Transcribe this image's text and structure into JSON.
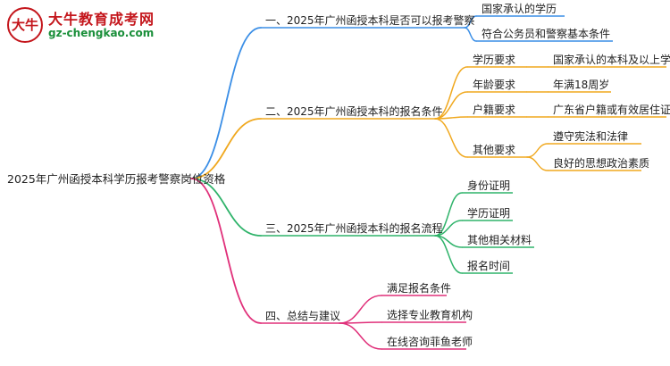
{
  "logo": {
    "mark": "大牛",
    "title": "大牛教育成考网",
    "url": "gz-chengkao.com"
  },
  "mindmap": {
    "root": "2025年广州函授本科学历报考警察岗位资格",
    "branches": [
      {
        "id": "b1",
        "label": "一、2025年广州函授本科是否可以报考警察",
        "color": "#3a8ee6",
        "children": [
          {
            "id": "b1c1",
            "label": "国家承认的学历",
            "children": []
          },
          {
            "id": "b1c2",
            "label": "符合公务员和警察基本条件",
            "children": []
          }
        ]
      },
      {
        "id": "b2",
        "label": "二、2025年广州函授本科的报名条件",
        "color": "#f0a81e",
        "children": [
          {
            "id": "b2c1",
            "label": "学历要求",
            "children": [
              {
                "id": "b2c1g1",
                "label": "国家承认的本科及以上学历"
              }
            ]
          },
          {
            "id": "b2c2",
            "label": "年龄要求",
            "children": [
              {
                "id": "b2c2g1",
                "label": "年满18周岁"
              }
            ]
          },
          {
            "id": "b2c3",
            "label": "户籍要求",
            "children": [
              {
                "id": "b2c3g1",
                "label": "广东省户籍或有效居住证"
              }
            ]
          },
          {
            "id": "b2c4",
            "label": "其他要求",
            "children": [
              {
                "id": "b2c4g1",
                "label": "遵守宪法和法律"
              },
              {
                "id": "b2c4g2",
                "label": "良好的思想政治素质"
              }
            ]
          }
        ]
      },
      {
        "id": "b3",
        "label": "三、2025年广州函授本科的报名流程",
        "color": "#2fb36a",
        "children": [
          {
            "id": "b3c1",
            "label": "身份证明",
            "children": []
          },
          {
            "id": "b3c2",
            "label": "学历证明",
            "children": []
          },
          {
            "id": "b3c3",
            "label": "其他相关材料",
            "children": []
          },
          {
            "id": "b3c4",
            "label": "报名时间",
            "children": []
          }
        ]
      },
      {
        "id": "b4",
        "label": "四、总结与建议",
        "color": "#e0307a",
        "children": [
          {
            "id": "b4c1",
            "label": "满足报名条件",
            "children": []
          },
          {
            "id": "b4c2",
            "label": "选择专业教育机构",
            "children": []
          },
          {
            "id": "b4c3",
            "label": "在线咨询菲鱼老师",
            "children": []
          }
        ]
      }
    ]
  }
}
